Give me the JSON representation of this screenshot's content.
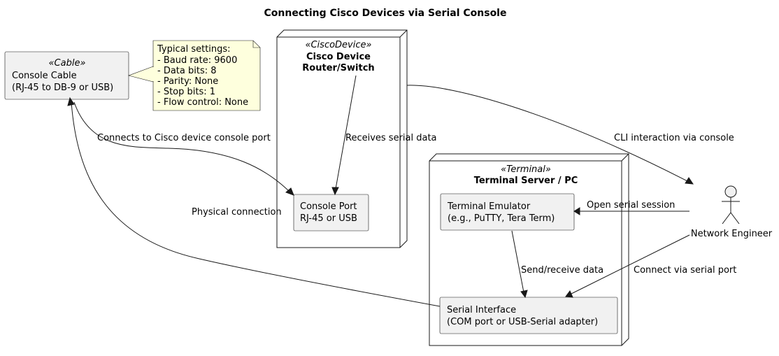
{
  "title": "Connecting Cisco Devices via Serial Console",
  "nodes": {
    "cisco": {
      "stereotype": "«CiscoDevice»",
      "line1": "Cisco Device",
      "line2": "Router/Switch"
    },
    "terminal": {
      "stereotype": "«Terminal»",
      "line1": "Terminal Server / PC"
    }
  },
  "components": {
    "cable": {
      "stereotype": "«Cable»",
      "line1": "Console Cable",
      "line2": "(RJ-45 to DB-9 or USB)"
    },
    "console_port": {
      "line1": "Console Port",
      "line2": "RJ-45 or USB"
    },
    "emulator": {
      "line1": "Terminal Emulator",
      "line2": "(e.g., PuTTY, Tera Term)"
    },
    "serial_if": {
      "line1": "Serial Interface",
      "line2": "(COM port or USB-Serial adapter)"
    }
  },
  "actor": {
    "name": "Network Engineer"
  },
  "note": {
    "lines": [
      "Typical settings:",
      "- Baud rate: 9600",
      "- Data bits: 8",
      "- Parity: None",
      "- Stop bits: 1",
      "- Flow control: None"
    ]
  },
  "edges": {
    "cable_to_port": "Connects to Cisco device console port",
    "device_to_port": "Receives serial data",
    "device_to_engineer": "CLI interaction via console",
    "engineer_to_emulator": "Open serial session",
    "emulator_to_serial": "Send/receive data",
    "engineer_to_serial": "Connect via serial port",
    "serial_to_cable": "Physical connection"
  }
}
